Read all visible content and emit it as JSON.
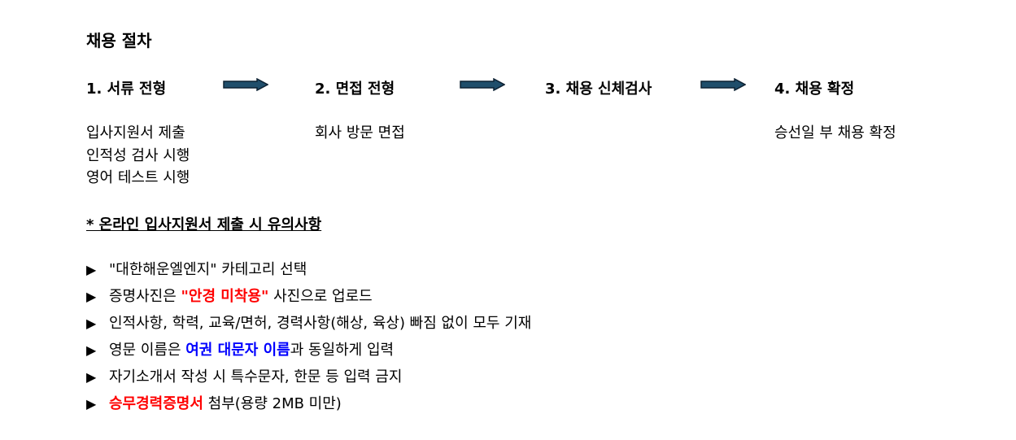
{
  "title": "채용 절차",
  "steps": [
    {
      "label": "1. 서류 전형",
      "details": [
        "입사지원서 제출",
        "인적성 검사 시행",
        "영어 테스트 시행"
      ]
    },
    {
      "label": "2. 면접 전형",
      "details": [
        "회사 방문 면접"
      ]
    },
    {
      "label": "3. 채용 신체검사",
      "details": []
    },
    {
      "label": "4. 채용 확정",
      "details": [
        "승선일 부 채용 확정"
      ]
    }
  ],
  "colors": {
    "arrow_fill": "#1f4e6b",
    "arrow_stroke": "#0d2233",
    "red": "#ff0000",
    "blue": "#0000ff"
  },
  "notice": {
    "heading": "* 온라인 입사지원서 제출 시 유의사항",
    "bullet_icon": "▶",
    "items": [
      {
        "pre": "\"대한해운엘엔지\" 카테고리 선택",
        "em": "",
        "post": ""
      },
      {
        "pre": "증명사진은 ",
        "em": "\"안경 미착용\"",
        "post": " 사진으로 업로드"
      },
      {
        "pre": "인적사항, 학력, 교육/면허, 경력사항(해상, 육상) 빠짐 없이 모두 기재",
        "em": "",
        "post": ""
      },
      {
        "pre": "영문 이름은 ",
        "em": "여권 대문자 이름",
        "post": "과 동일하게 입력"
      },
      {
        "pre": "자기소개서 작성 시 특수문자, 한문 등 입력 금지",
        "em": "",
        "post": ""
      },
      {
        "pre": "",
        "em": "승무경력증명서",
        "post": " 첨부(용량 2MB 미만)"
      }
    ]
  }
}
